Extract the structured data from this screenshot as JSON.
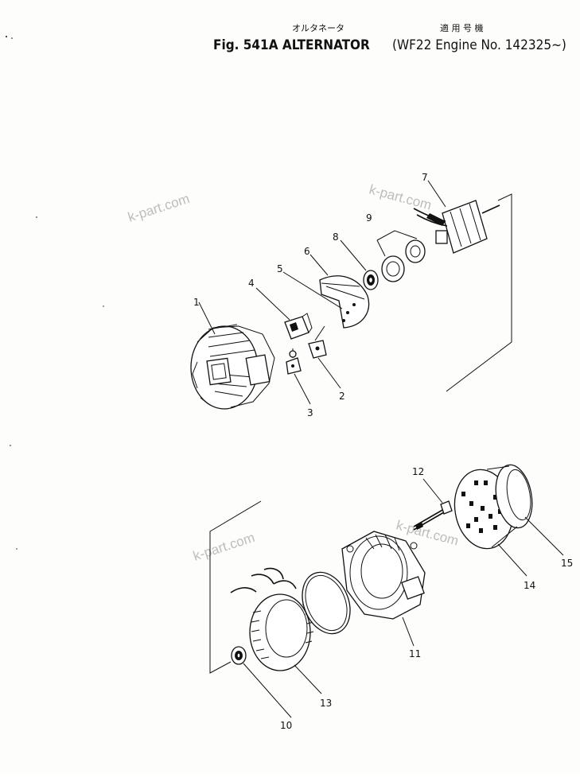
{
  "header": {
    "kana_title": "オルタネータ",
    "kana_applicable": "適 用 号 機",
    "title": "Fig. 541A  ALTERNATOR",
    "applicable": "(WF22 Engine No. 142325~)"
  },
  "watermark": "k-part.com",
  "callouts": [
    "1",
    "2",
    "3",
    "4",
    "5",
    "6",
    "7",
    "8",
    "9",
    "10",
    "11",
    "12",
    "13",
    "14",
    "15"
  ],
  "parts": {
    "1": {
      "label": "1"
    },
    "2": {
      "label": "2"
    },
    "3": {
      "label": "3"
    },
    "4": {
      "label": "4"
    },
    "5": {
      "label": "5"
    },
    "6": {
      "label": "6"
    },
    "7": {
      "label": "7"
    },
    "8": {
      "label": "8"
    },
    "9": {
      "label": "9"
    },
    "10": {
      "label": "10"
    },
    "11": {
      "label": "11"
    },
    "12": {
      "label": "12"
    },
    "13": {
      "label": "13"
    },
    "14": {
      "label": "14"
    },
    "15": {
      "label": "15"
    }
  }
}
